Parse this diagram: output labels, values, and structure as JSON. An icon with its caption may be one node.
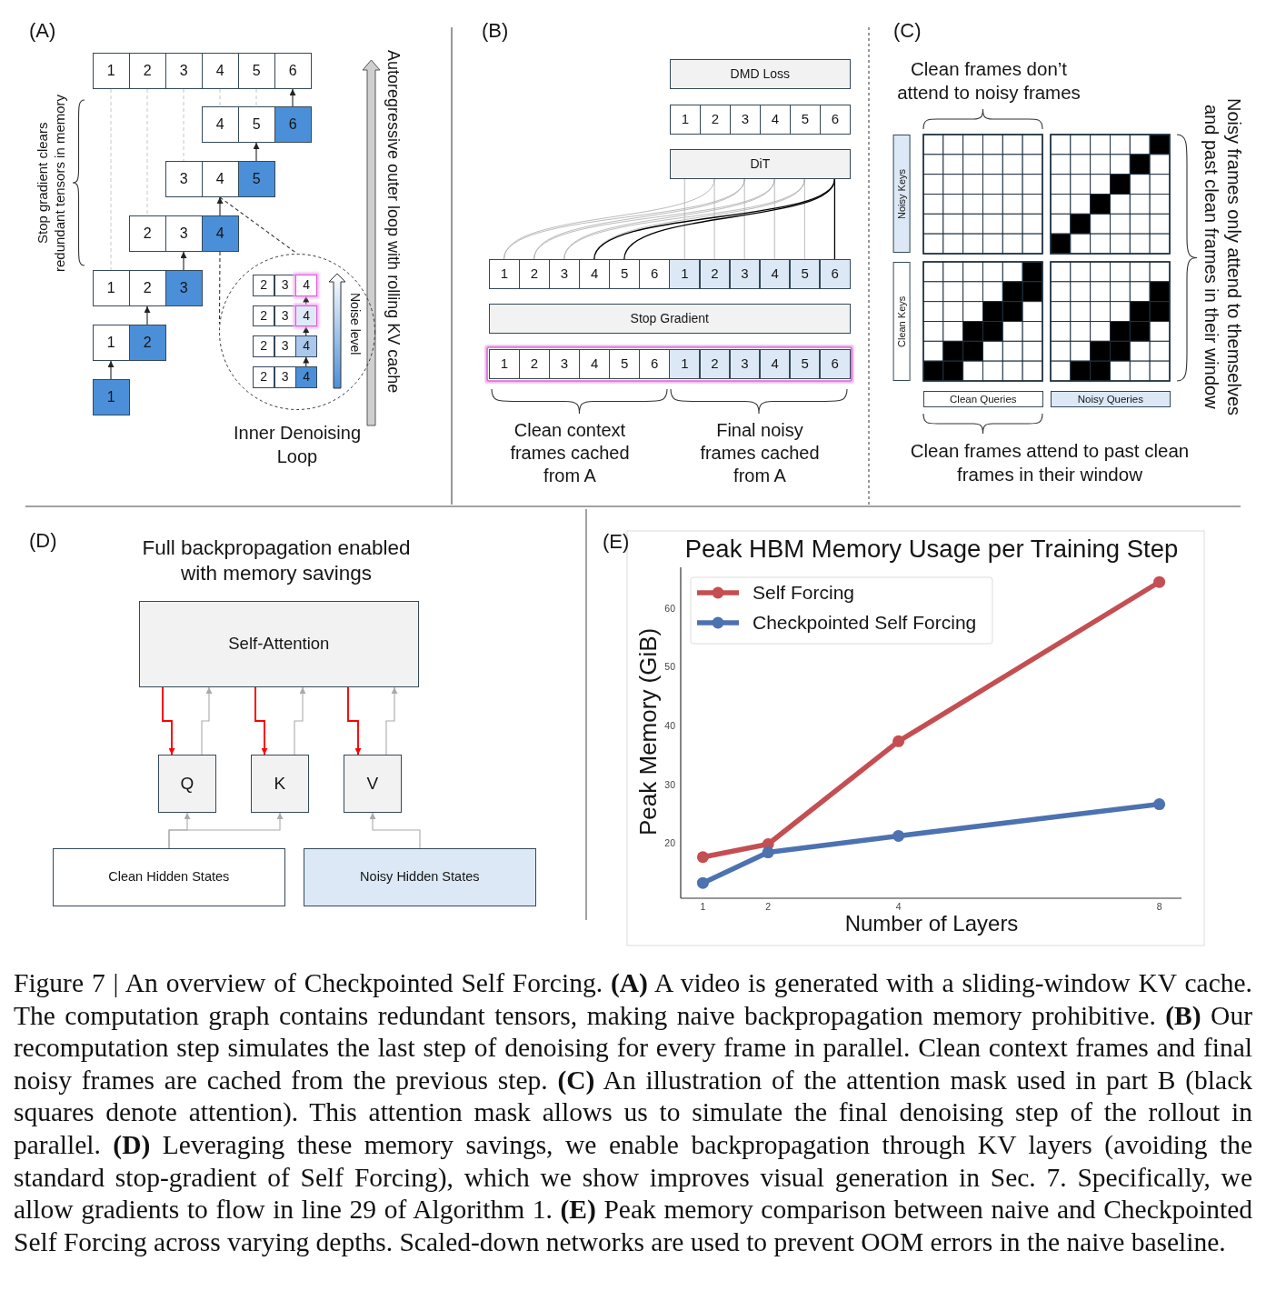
{
  "diagram": {
    "caption": "Figure 7 | An overview of Checkpointed Self Forcing. **(A)** A video is generated with a sliding-window KV cache. The computation graph contains redundant tensors, making naive backpropagation memory prohibitive. **(B)** Our recomputation step simulates the last step of denoising for every frame in parallel. Clean context frames and final noisy frames are cached from the previous step. **(C)** An illustration of the attention mask used in part B (black squares denote attention). This attention mask allows us to simulate the final denoising step of the rollout in parallel. **(D)** Leveraging these memory savings, we enable backpropagation through KV layers (avoiding the standard stop-gradient of Self Forcing), which we show improves visual generation in Sec. 7. Specifically, we allow gradients to flow in line 29 of Algorithm 1. **(E)** Peak memory comparison between naive and Checkpointed Self Forcing across varying depths. Scaled-down networks are used to prevent OOM errors in the naive baseline.",
    "nodes": [
      {
        "text": [
          "1"
        ]
      },
      {
        "text": [
          "2"
        ]
      },
      {
        "text": [
          "3"
        ]
      },
      {
        "text": [
          "4"
        ]
      },
      {
        "text": [
          "5"
        ]
      },
      {
        "text": [
          "6"
        ]
      },
      {
        "text": [
          "4"
        ]
      },
      {
        "text": [
          "5"
        ]
      },
      {
        "text": [
          "6"
        ]
      },
      {
        "text": [
          "3"
        ]
      },
      {
        "text": [
          "4"
        ]
      },
      {
        "text": [
          "5"
        ]
      },
      {
        "text": [
          "2"
        ]
      },
      {
        "text": [
          "3"
        ]
      },
      {
        "text": [
          "4"
        ]
      },
      {
        "text": [
          "1"
        ]
      },
      {
        "text": [
          "2"
        ]
      },
      {
        "text": [
          "3"
        ]
      },
      {
        "text": [
          "1"
        ]
      },
      {
        "text": [
          "2"
        ]
      },
      {
        "text": [
          "1"
        ]
      },
      {
        "text": [
          "Inner Denoising Loop"
        ]
      },
      {
        "text": [
          "2"
        ],
        "in": 21
      },
      {
        "text": [
          "3"
        ],
        "in": 21
      },
      {
        "text": [
          "4"
        ],
        "in": 21
      },
      {
        "text": [
          "2"
        ],
        "in": 21
      },
      {
        "text": [
          "3"
        ],
        "in": 21
      },
      {
        "text": [
          "4"
        ],
        "in": 21
      },
      {
        "text": [
          "2"
        ],
        "in": 21
      },
      {
        "text": [
          "3"
        ],
        "in": 21
      },
      {
        "text": [
          "4"
        ],
        "in": 21
      },
      {
        "text": [
          "2"
        ],
        "in": 21
      },
      {
        "text": [
          "3"
        ],
        "in": 21
      },
      {
        "text": [
          "4"
        ],
        "in": 21
      },
      {
        "text": [
          "DMD Loss"
        ]
      },
      {
        "text": [
          "1"
        ]
      },
      {
        "text": [
          "2"
        ]
      },
      {
        "text": [
          "3"
        ]
      },
      {
        "text": [
          "4"
        ]
      },
      {
        "text": [
          "5"
        ]
      },
      {
        "text": [
          "6"
        ]
      },
      {
        "text": [
          "DiT"
        ]
      },
      {
        "text": [
          "1"
        ]
      },
      {
        "text": [
          "2"
        ]
      },
      {
        "text": [
          "3"
        ]
      },
      {
        "text": [
          "4"
        ]
      },
      {
        "text": [
          "5"
        ]
      },
      {
        "text": [
          "6"
        ]
      },
      {
        "text": [
          "1"
        ]
      },
      {
        "text": [
          "2"
        ]
      },
      {
        "text": [
          "3"
        ]
      },
      {
        "text": [
          "4"
        ]
      },
      {
        "text": [
          "5"
        ]
      },
      {
        "text": [
          "6"
        ]
      },
      {
        "text": [
          "Stop Gradient"
        ]
      },
      {
        "text": [
          "1"
        ]
      },
      {
        "text": [
          "2"
        ]
      },
      {
        "text": [
          "3"
        ]
      },
      {
        "text": [
          "4"
        ]
      },
      {
        "text": [
          "5"
        ]
      },
      {
        "text": [
          "6"
        ]
      },
      {
        "text": [
          "1"
        ]
      },
      {
        "text": [
          "2"
        ]
      },
      {
        "text": [
          "3"
        ]
      },
      {
        "text": [
          "4"
        ]
      },
      {
        "text": [
          "5"
        ]
      },
      {
        "text": [
          "6"
        ]
      },
      {
        "text": [
          "Noisy Keys"
        ]
      },
      {
        "text": [
          "Clean Keys"
        ]
      },
      {
        "text": [
          "Clean Queries"
        ]
      },
      {
        "text": [
          "Noisy Queries"
        ]
      },
      {
        "text": [
          "Self-Attention"
        ]
      },
      {
        "text": [
          "Q"
        ]
      },
      {
        "text": [
          "K"
        ]
      },
      {
        "text": [
          "V"
        ]
      },
      {
        "text": [
          "Clean Hidden States"
        ]
      },
      {
        "text": [
          "Noisy Hidden States"
        ]
      }
    ],
    "edges": [
      {
        "from": 20,
        "to": 18,
        "arrow": "to",
        "color": "#222222"
      },
      {
        "from": 19,
        "to": 16,
        "arrow": "to",
        "color": "#222222"
      },
      {
        "from": 17,
        "to": 13,
        "arrow": "to",
        "color": "#222222"
      },
      {
        "from": 14,
        "to": 10,
        "arrow": "to",
        "color": "#222222"
      },
      {
        "from": 11,
        "to": 7,
        "arrow": "to",
        "color": "#222222"
      },
      {
        "from": 8,
        "to": 5,
        "arrow": "to",
        "color": "#222222"
      },
      {
        "from": 0,
        "to": 15,
        "arrow": "none",
        "style": "dashed",
        "color": "#cccccc"
      },
      {
        "from": 1,
        "to": 12,
        "arrow": "none",
        "style": "dashed",
        "color": "#cccccc"
      },
      {
        "from": 2,
        "to": 9,
        "arrow": "none",
        "style": "dashed",
        "color": "#cccccc"
      },
      {
        "from": 3,
        "to": 6,
        "arrow": "none",
        "style": "dashed",
        "color": "#cccccc"
      },
      {
        "from": 4,
        "to": 7,
        "arrow": "none",
        "style": "dashed",
        "color": "#cccccc"
      },
      {
        "from": 10,
        "to": 21,
        "arrow": "none",
        "style": "dashed",
        "color": "#333333"
      },
      {
        "from": 14,
        "to": 21,
        "arrow": "none",
        "style": "dashed",
        "color": "#333333"
      },
      {
        "from": 33,
        "to": 30,
        "arrow": "to",
        "color": "#222222"
      },
      {
        "from": 30,
        "to": 27,
        "arrow": "to",
        "color": "#222222"
      },
      {
        "from": 27,
        "to": 24,
        "arrow": "to",
        "color": "#222222"
      },
      {
        "from": 41,
        "to": 48,
        "arrow": "none"
      },
      {
        "from": 41,
        "to": 49,
        "arrow": "none"
      },
      {
        "from": 41,
        "to": 50,
        "arrow": "none"
      },
      {
        "from": 41,
        "to": 51,
        "arrow": "none"
      },
      {
        "from": 41,
        "to": 52,
        "arrow": "none"
      },
      {
        "from": 41,
        "to": 53,
        "arrow": "none",
        "color": "#000000"
      },
      {
        "from": 41,
        "to": 42,
        "arrow": "none"
      },
      {
        "from": 41,
        "to": 42,
        "arrow": "none"
      },
      {
        "from": 41,
        "to": 43,
        "arrow": "none"
      },
      {
        "from": 41,
        "to": 43,
        "arrow": "none"
      },
      {
        "from": 41,
        "to": 44,
        "arrow": "none"
      },
      {
        "from": 41,
        "to": 44,
        "arrow": "none"
      },
      {
        "from": 41,
        "to": 45,
        "arrow": "none"
      },
      {
        "from": 41,
        "to": 45,
        "arrow": "none",
        "color": "#000000"
      },
      {
        "from": 41,
        "to": 46,
        "arrow": "none",
        "color": "#000000"
      },
      {
        "from": 71,
        "to": 72,
        "arrow": "to",
        "color": "#ff0000"
      },
      {
        "from": 72,
        "to": 71,
        "arrow": "to"
      },
      {
        "from": 71,
        "to": 73,
        "arrow": "to",
        "color": "#ff0000"
      },
      {
        "from": 73,
        "to": 71,
        "arrow": "to"
      },
      {
        "from": 71,
        "to": 74,
        "arrow": "to",
        "color": "#ff0000"
      },
      {
        "from": 74,
        "to": 71,
        "arrow": "to"
      },
      {
        "from": 75,
        "to": 72,
        "arrow": "to"
      },
      {
        "from": 75,
        "to": 73,
        "arrow": "to"
      },
      {
        "from": 76,
        "to": 74,
        "arrow": "to"
      }
    ],
    "labels": [
      "(A)",
      "Stop gradient clears redundant tensors in memory",
      "Autoregressive outer loop with rolling KV cache",
      "Noise level",
      "(B)",
      "Clean context frames cached from A",
      "Final noisy frames cached from A",
      "(C)",
      "Clean frames don’t attend to noisy frames",
      "Noisy frames only attend to themselves and past clean frames in their window",
      "Clean frames attend to past clean frames in their window",
      "(D)",
      "Full backpropagation enabled with memory savings",
      "(E)"
    ],
    "chart_data": {
      "type": "line",
      "title": "Peak HBM Memory Usage per Training Step",
      "xlabel": "Number of Layers",
      "ylabel": "Peak Memory (GiB)",
      "x": [
        1,
        2,
        4,
        8
      ],
      "series": [
        {
          "name": "Self Forcing",
          "color": "#c44e52",
          "marker": "o",
          "values": [
            17.6,
            19.8,
            37.3,
            64.4
          ]
        },
        {
          "name": "Checkpointed Self Forcing",
          "color": "#4c72b0",
          "marker": "o",
          "values": [
            13.2,
            18.4,
            21.2,
            26.6
          ]
        }
      ],
      "xlim": [
        0.66,
        8.34
      ],
      "ylim": [
        10.6,
        66.9
      ],
      "xticks": [
        1,
        2,
        4,
        8
      ],
      "yticks": [
        20,
        30,
        40,
        50,
        60
      ],
      "legend": "upper left"
    }
  }
}
